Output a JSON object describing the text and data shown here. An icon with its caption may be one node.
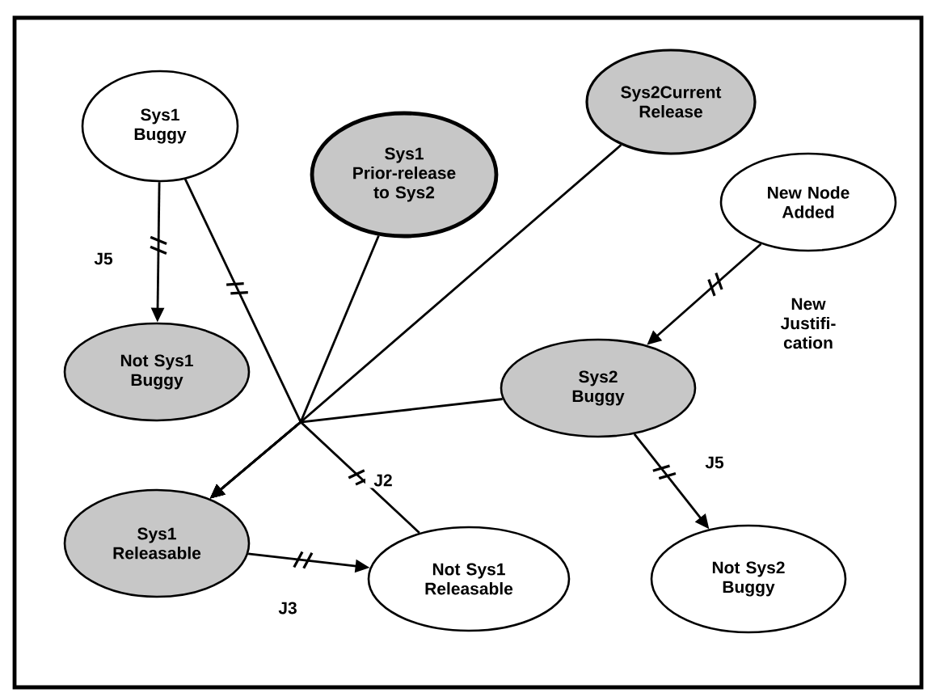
{
  "diagram": {
    "nodes": [
      {
        "text": [
          "Sys1 Buggy"
        ]
      },
      {
        "text": [
          "Sys1 Prior-release to Sys2"
        ]
      },
      {
        "text": [
          "Sys2Current Release"
        ]
      },
      {
        "text": [
          "New Node Added"
        ]
      },
      {
        "text": [
          "Not Sys1 Buggy"
        ]
      },
      {
        "text": [
          "Sys2 Buggy"
        ]
      },
      {
        "text": [
          "Sys1 Releasable"
        ]
      },
      {
        "text": [
          "Not Sys1 Releasable"
        ]
      },
      {
        "text": [
          "Not Sys2 Buggy"
        ]
      }
    ],
    "edges": [
      {
        "from": 0,
        "to": 4,
        "arrow": "to",
        "label": "J5"
      },
      {
        "from": 0,
        "to": 6,
        "arrow": "to"
      },
      {
        "from": 1,
        "to": 6,
        "arrow": "to"
      },
      {
        "from": 2,
        "to": 6,
        "arrow": "to"
      },
      {
        "from": 5,
        "to": 6,
        "arrow": "to"
      },
      {
        "from": 7,
        "to": 6,
        "arrow": "to",
        "label": "J2"
      },
      {
        "from": 3,
        "to": 5,
        "arrow": "to",
        "label": "New Justifi-cation"
      },
      {
        "from": 5,
        "to": 8,
        "arrow": "to",
        "label": "J5"
      },
      {
        "from": 6,
        "to": 7,
        "arrow": "to",
        "label": "J3"
      }
    ]
  }
}
